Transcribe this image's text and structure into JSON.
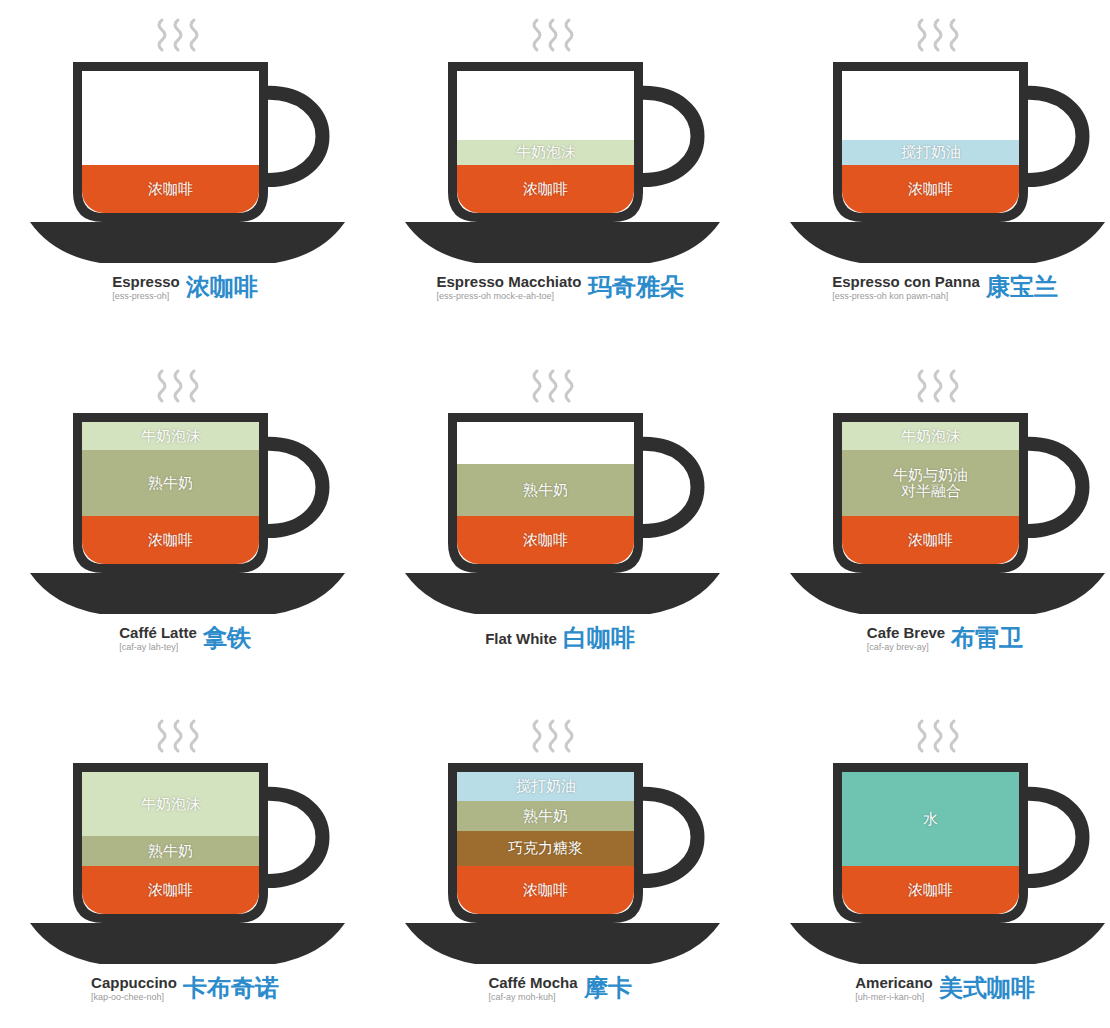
{
  "diagram": {
    "nodes": [
      {
        "text": [
          "Espresso",
          "[ess-press-oh]",
          "浓咖啡"
        ]
      },
      {
        "text": [
          "浓咖啡"
        ],
        "in": 0
      },
      {
        "text": [
          "Espresso Macchiato",
          "[ess-press-oh mock-e-ah-toe]",
          "玛奇雅朵"
        ]
      },
      {
        "text": [
          "牛奶泡沫"
        ],
        "in": 2
      },
      {
        "text": [
          "浓咖啡"
        ],
        "in": 2
      },
      {
        "text": [
          "Espresso con Panna",
          "[ess-press-oh kon pawn-nah]",
          "康宝兰"
        ]
      },
      {
        "text": [
          "搅打奶油"
        ],
        "in": 5
      },
      {
        "text": [
          "浓咖啡"
        ],
        "in": 5
      },
      {
        "text": [
          "Caffé Latte",
          "[caf-ay lah-tey]",
          "拿铁"
        ]
      },
      {
        "text": [
          "牛奶泡沫"
        ],
        "in": 8
      },
      {
        "text": [
          "熟牛奶"
        ],
        "in": 8
      },
      {
        "text": [
          "浓咖啡"
        ],
        "in": 8
      },
      {
        "text": [
          "Flat White",
          "白咖啡"
        ]
      },
      {
        "text": [
          "熟牛奶"
        ],
        "in": 12
      },
      {
        "text": [
          "浓咖啡"
        ],
        "in": 12
      },
      {
        "text": [
          "Cafe Breve",
          "[caf-ay brev-ay]",
          "布雷卫"
        ]
      },
      {
        "text": [
          "牛奶泡沫"
        ],
        "in": 15
      },
      {
        "text": [
          "牛奶与奶油 对半融合"
        ],
        "in": 15
      },
      {
        "text": [
          "浓咖啡"
        ],
        "in": 15
      },
      {
        "text": [
          "Cappuccino",
          "[kap-oo-chee-noh]",
          "卡布奇诺"
        ]
      },
      {
        "text": [
          "牛奶泡沫"
        ],
        "in": 19
      },
      {
        "text": [
          "熟牛奶"
        ],
        "in": 19
      },
      {
        "text": [
          "浓咖啡"
        ],
        "in": 19
      },
      {
        "text": [
          "Caffé  Mocha",
          "[caf-ay moh-kuh]",
          "摩卡"
        ]
      },
      {
        "text": [
          "搅打奶油"
        ],
        "in": 23
      },
      {
        "text": [
          "熟牛奶"
        ],
        "in": 23
      },
      {
        "text": [
          "巧克力糖浆"
        ],
        "in": 23
      },
      {
        "text": [
          "浓咖啡"
        ],
        "in": 23
      },
      {
        "text": [
          "Americano",
          "[uh-mer-i-kan-oh]",
          "美式咖啡"
        ]
      },
      {
        "text": [
          "水"
        ],
        "in": 28
      },
      {
        "text": [
          "浓咖啡"
        ],
        "in": 28
      }
    ]
  }
}
